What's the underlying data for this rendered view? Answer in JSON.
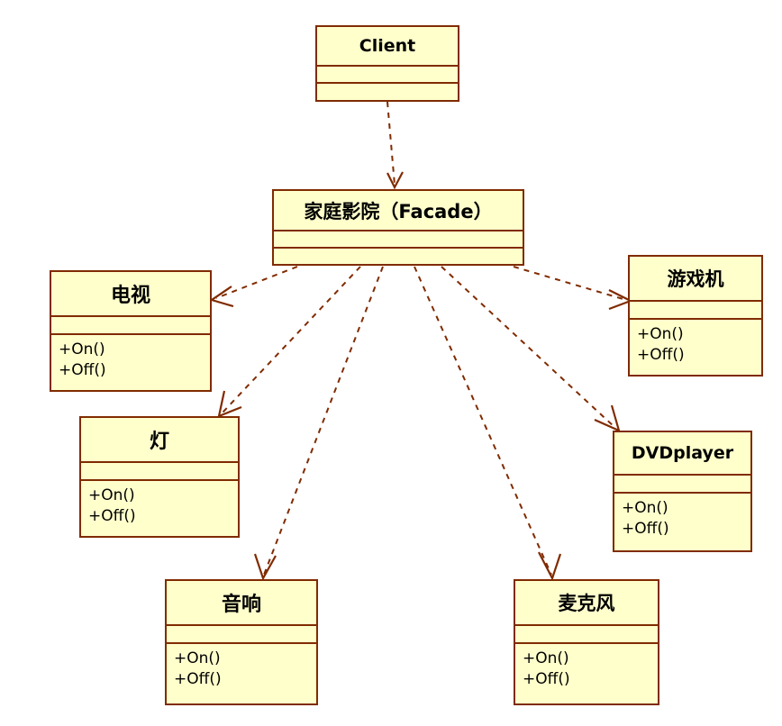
{
  "diagram": {
    "type": "uml-class-diagram",
    "pattern": "Facade",
    "colors": {
      "box_fill": "#ffffcc",
      "box_border": "#802b00",
      "edge": "#802b00",
      "background": "#ffffff",
      "text": "#000000"
    }
  },
  "nodes": {
    "client": {
      "name": "Client",
      "attributes": [],
      "operations": []
    },
    "facade": {
      "name": "家庭影院（Facade）",
      "attributes": [],
      "operations": []
    },
    "tv": {
      "name": "电视",
      "attributes": [],
      "operations": [
        "+On()",
        "+Off()"
      ]
    },
    "console": {
      "name": "游戏机",
      "attributes": [],
      "operations": [
        "+On()",
        "+Off()"
      ]
    },
    "light": {
      "name": "灯",
      "attributes": [],
      "operations": [
        "+On()",
        "+Off()"
      ]
    },
    "dvd": {
      "name": "DVDplayer",
      "attributes": [],
      "operations": [
        "+On()",
        "+Off()"
      ]
    },
    "speaker": {
      "name": "音响",
      "attributes": [],
      "operations": [
        "+On()",
        "+Off()"
      ]
    },
    "mic": {
      "name": "麦克风",
      "attributes": [],
      "operations": [
        "+On()",
        "+Off()"
      ]
    }
  },
  "edges": [
    {
      "id": "client-to-facade",
      "from": "client",
      "to": "facade",
      "style": "dashed",
      "arrow": "open",
      "relation": "dependency"
    },
    {
      "id": "facade-to-tv",
      "from": "facade",
      "to": "tv",
      "style": "dashed",
      "arrow": "open",
      "relation": "dependency"
    },
    {
      "id": "facade-to-console",
      "from": "facade",
      "to": "console",
      "style": "dashed",
      "arrow": "open",
      "relation": "dependency"
    },
    {
      "id": "facade-to-light",
      "from": "facade",
      "to": "light",
      "style": "dashed",
      "arrow": "open",
      "relation": "dependency"
    },
    {
      "id": "facade-to-dvd",
      "from": "facade",
      "to": "dvd",
      "style": "dashed",
      "arrow": "open",
      "relation": "dependency"
    },
    {
      "id": "facade-to-speaker",
      "from": "facade",
      "to": "speaker",
      "style": "dashed",
      "arrow": "open",
      "relation": "dependency"
    },
    {
      "id": "facade-to-mic",
      "from": "facade",
      "to": "mic",
      "style": "dashed",
      "arrow": "open",
      "relation": "dependency"
    }
  ]
}
